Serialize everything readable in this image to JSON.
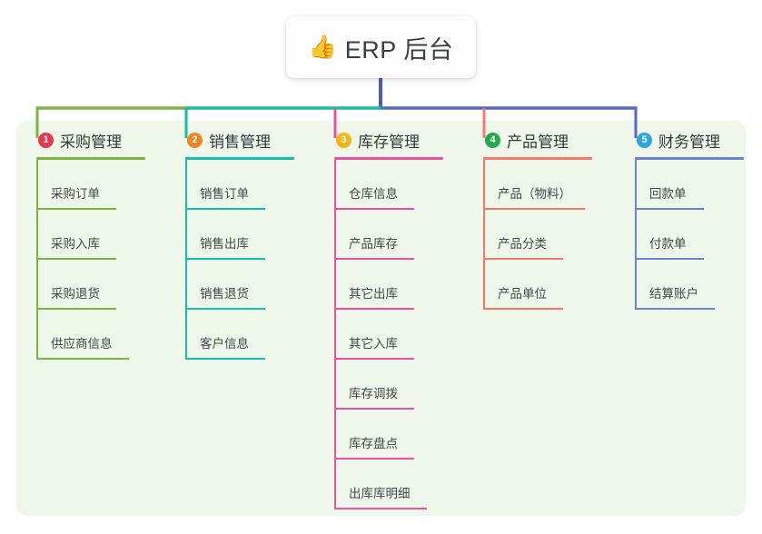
{
  "root": {
    "icon": "thumbs-up-icon",
    "icon_glyph": "👍",
    "label": "ERP 后台"
  },
  "panel": {
    "background_color": "#eef7e9"
  },
  "connector_colors": {
    "trunk": "#4a5bc4",
    "segment_left": "#7cb342",
    "segment_mid": "#12bfa5",
    "segment_right": "#5566cc"
  },
  "columns": [
    {
      "index": "1",
      "badge_color": "#e8384f",
      "line_color": "#7cb342",
      "title": "采购管理",
      "rule_width": 120,
      "items": [
        {
          "label": "采购订单",
          "rule_width": 88
        },
        {
          "label": "采购入库",
          "rule_width": 88
        },
        {
          "label": "采购退货",
          "rule_width": 88
        },
        {
          "label": "供应商信息",
          "rule_width": 102
        }
      ]
    },
    {
      "index": "2",
      "badge_color": "#f58220",
      "line_color": "#14bdb0",
      "title": "销售管理",
      "rule_width": 120,
      "items": [
        {
          "label": "销售订单",
          "rule_width": 88
        },
        {
          "label": "销售出库",
          "rule_width": 88
        },
        {
          "label": "销售退货",
          "rule_width": 88
        },
        {
          "label": "客户信息",
          "rule_width": 88
        }
      ]
    },
    {
      "index": "3",
      "badge_color": "#f5b518",
      "line_color": "#e8539f",
      "title": "库存管理",
      "rule_width": 120,
      "items": [
        {
          "label": "仓库信息",
          "rule_width": 88
        },
        {
          "label": "产品库存",
          "rule_width": 88
        },
        {
          "label": "其它出库",
          "rule_width": 88
        },
        {
          "label": "其它入库",
          "rule_width": 88
        },
        {
          "label": "库存调拨",
          "rule_width": 88
        },
        {
          "label": "库存盘点",
          "rule_width": 88
        },
        {
          "label": "出库库明细",
          "rule_width": 102
        }
      ]
    },
    {
      "index": "4",
      "badge_color": "#22a94c",
      "line_color": "#f4796a",
      "title": "产品管理",
      "rule_width": 120,
      "items": [
        {
          "label": "产品（物料）",
          "rule_width": 112
        },
        {
          "label": "产品分类",
          "rule_width": 88
        },
        {
          "label": "产品单位",
          "rule_width": 88
        }
      ]
    },
    {
      "index": "5",
      "badge_color": "#29a5e0",
      "line_color": "#6a82d8",
      "title": "财务管理",
      "rule_width": 120,
      "items": [
        {
          "label": "回款单",
          "rule_width": 76
        },
        {
          "label": "付款单",
          "rule_width": 76
        },
        {
          "label": "结算账户",
          "rule_width": 88
        }
      ]
    }
  ]
}
